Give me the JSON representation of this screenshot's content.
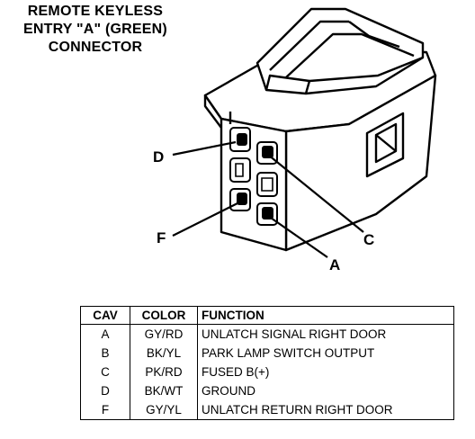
{
  "title": {
    "line1": "REMOTE KEYLESS",
    "line2": "ENTRY \"A\" (GREEN)",
    "line3": "CONNECTOR"
  },
  "callouts": {
    "d": "D",
    "f": "F",
    "c": "C",
    "a": "A"
  },
  "table": {
    "headers": [
      "CAV",
      "COLOR",
      "FUNCTION"
    ],
    "rows": [
      {
        "cav": "A",
        "color": "GY/RD",
        "function": "UNLATCH SIGNAL RIGHT DOOR"
      },
      {
        "cav": "B",
        "color": "BK/YL",
        "function": "PARK LAMP SWITCH OUTPUT"
      },
      {
        "cav": "C",
        "color": "PK/RD",
        "function": "FUSED B(+)"
      },
      {
        "cav": "D",
        "color": "BK/WT",
        "function": "GROUND"
      },
      {
        "cav": "F",
        "color": "GY/YL",
        "function": "UNLATCH RETURN RIGHT DOOR"
      }
    ]
  }
}
